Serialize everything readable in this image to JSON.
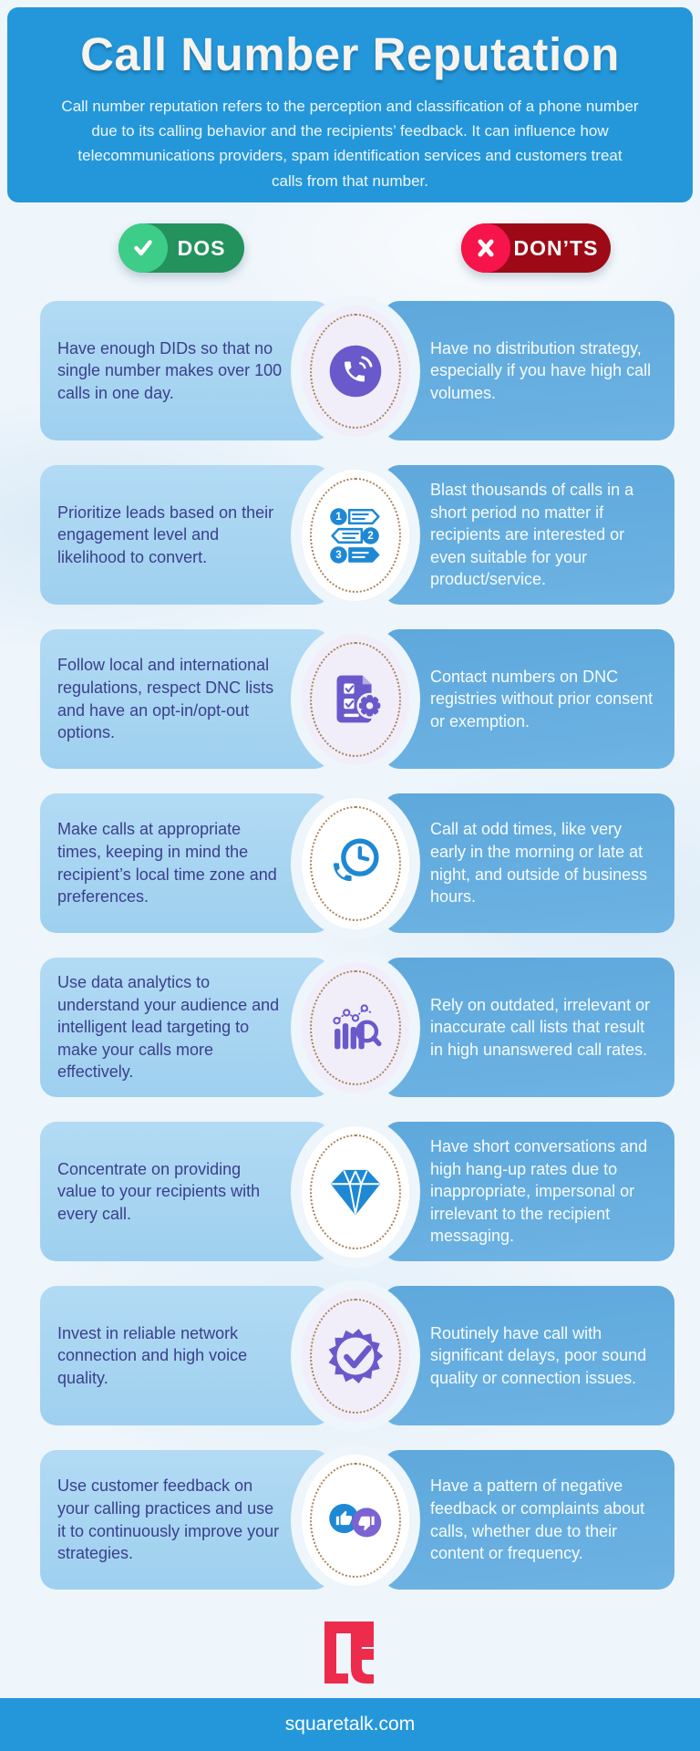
{
  "header": {
    "title": "Call Number Reputation",
    "description": "Call number reputation refers to the perception and classification of a phone number due to its calling behavior and the recipients’ feedback. It can influence how telecommunications providers, spam identification services and customers treat calls from that number."
  },
  "badges": {
    "dos_label": "DOS",
    "donts_label": "DON’TS"
  },
  "rows": [
    {
      "icon": "phone-call-icon",
      "do_text": "Have enough DIDs so that no single number makes over 100 calls in one day.",
      "dont_text": "Have no distribution strategy, especially if you have high call volumes."
    },
    {
      "icon": "priority-list-icon",
      "do_text": "Prioritize leads based on their engagement level and likelihood to convert.",
      "dont_text": "Blast thousands of calls in a short period no matter if recipients are interested or even suitable for your product/service."
    },
    {
      "icon": "compliance-checklist-icon",
      "do_text": "Follow local and international regulations, respect DNC lists and have an opt-in/opt-out options.",
      "dont_text": "Contact numbers on DNC registries without prior consent or exemption."
    },
    {
      "icon": "phone-clock-icon",
      "do_text": "Make calls at appropriate times, keeping in mind the recipient’s local time zone and preferences.",
      "dont_text": "Call at odd times, like very early in the morning or late at night, and outside of business hours."
    },
    {
      "icon": "analytics-icon",
      "do_text": "Use data analytics to understand your audience and intelligent lead targeting to make your calls more effectively.",
      "dont_text": "Rely on outdated, irrelevant or inaccurate call lists that result in high unanswered call rates."
    },
    {
      "icon": "diamond-icon",
      "do_text": "Concentrate on providing value to your recipients with every call.",
      "dont_text": "Have short conversations and high hang-up rates due to inappropriate, impersonal or irrelevant to the recipient messaging."
    },
    {
      "icon": "quality-badge-icon",
      "do_text": "Invest in reliable network connection and high voice quality.",
      "dont_text": "Routinely have call with significant delays, poor sound quality or connection issues."
    },
    {
      "icon": "feedback-thumbs-icon",
      "do_text": "Use customer feedback on your calling practices and use it to continuously improve your strategies.",
      "dont_text": "Have a pattern of negative feedback or complaints about calls, whether due to their content or frequency."
    }
  ],
  "icons": {
    "priority_numbers": [
      "1",
      "2",
      "3"
    ]
  },
  "footer": {
    "website": "squaretalk.com"
  },
  "colors": {
    "header_blue": "#2497da",
    "do_card": "#a6d4f0",
    "dont_card": "#64abde",
    "do_text": "#3b3f8c",
    "dos_green": "#23925d",
    "dos_circle": "#3ecd89",
    "donts_red": "#9d0a16",
    "donts_circle": "#f5154a",
    "icon_purple": "#6a59cb",
    "icon_blue": "#1e88d4",
    "ring_dots": "#a8835d",
    "logo_crimson": "#ed2b4d"
  }
}
